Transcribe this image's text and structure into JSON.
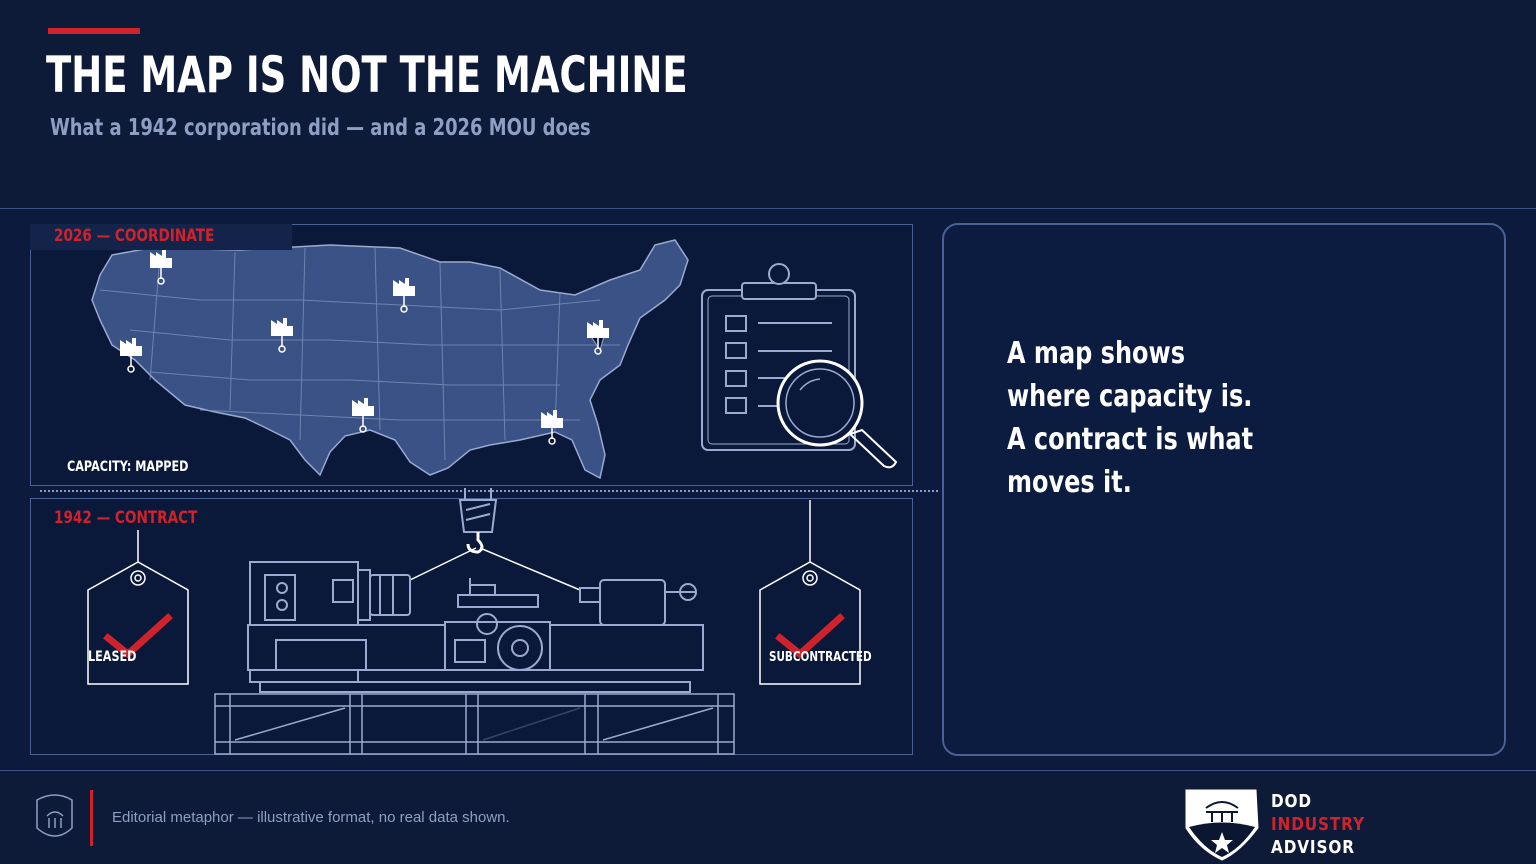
{
  "header": {
    "title": "THE MAP IS NOT THE MACHINE",
    "subtitle": "What a 1942 corporation did — and a 2026 MOU does"
  },
  "top_panel": {
    "label": "2026 — COORDINATE",
    "caption": "CAPACITY: MAPPED",
    "icons": [
      "us-map-icon",
      "factory-pin-icon",
      "clipboard-checklist-icon",
      "magnifier-icon"
    ]
  },
  "bottom_panel": {
    "label": "1942 — CONTRACT",
    "left_tag": "LEASED",
    "right_tag": "SUBCONTRACTED",
    "icons": [
      "lathe-machine-icon",
      "crane-hook-icon",
      "shipping-pallet-icon",
      "checkmark-icon"
    ]
  },
  "callout": {
    "text": "A map shows where capacity is. A contract is what moves it."
  },
  "footer": {
    "note": "Editorial metaphor — illustrative format, no real data shown.",
    "brand": {
      "line1": "DOD",
      "line2": "INDUSTRY",
      "line3": "ADVISOR"
    }
  },
  "colors": {
    "background": "#0e1b38",
    "accent_red": "#d0222b",
    "muted_text": "#8f9fc4",
    "line_art": "#9aaad0"
  }
}
